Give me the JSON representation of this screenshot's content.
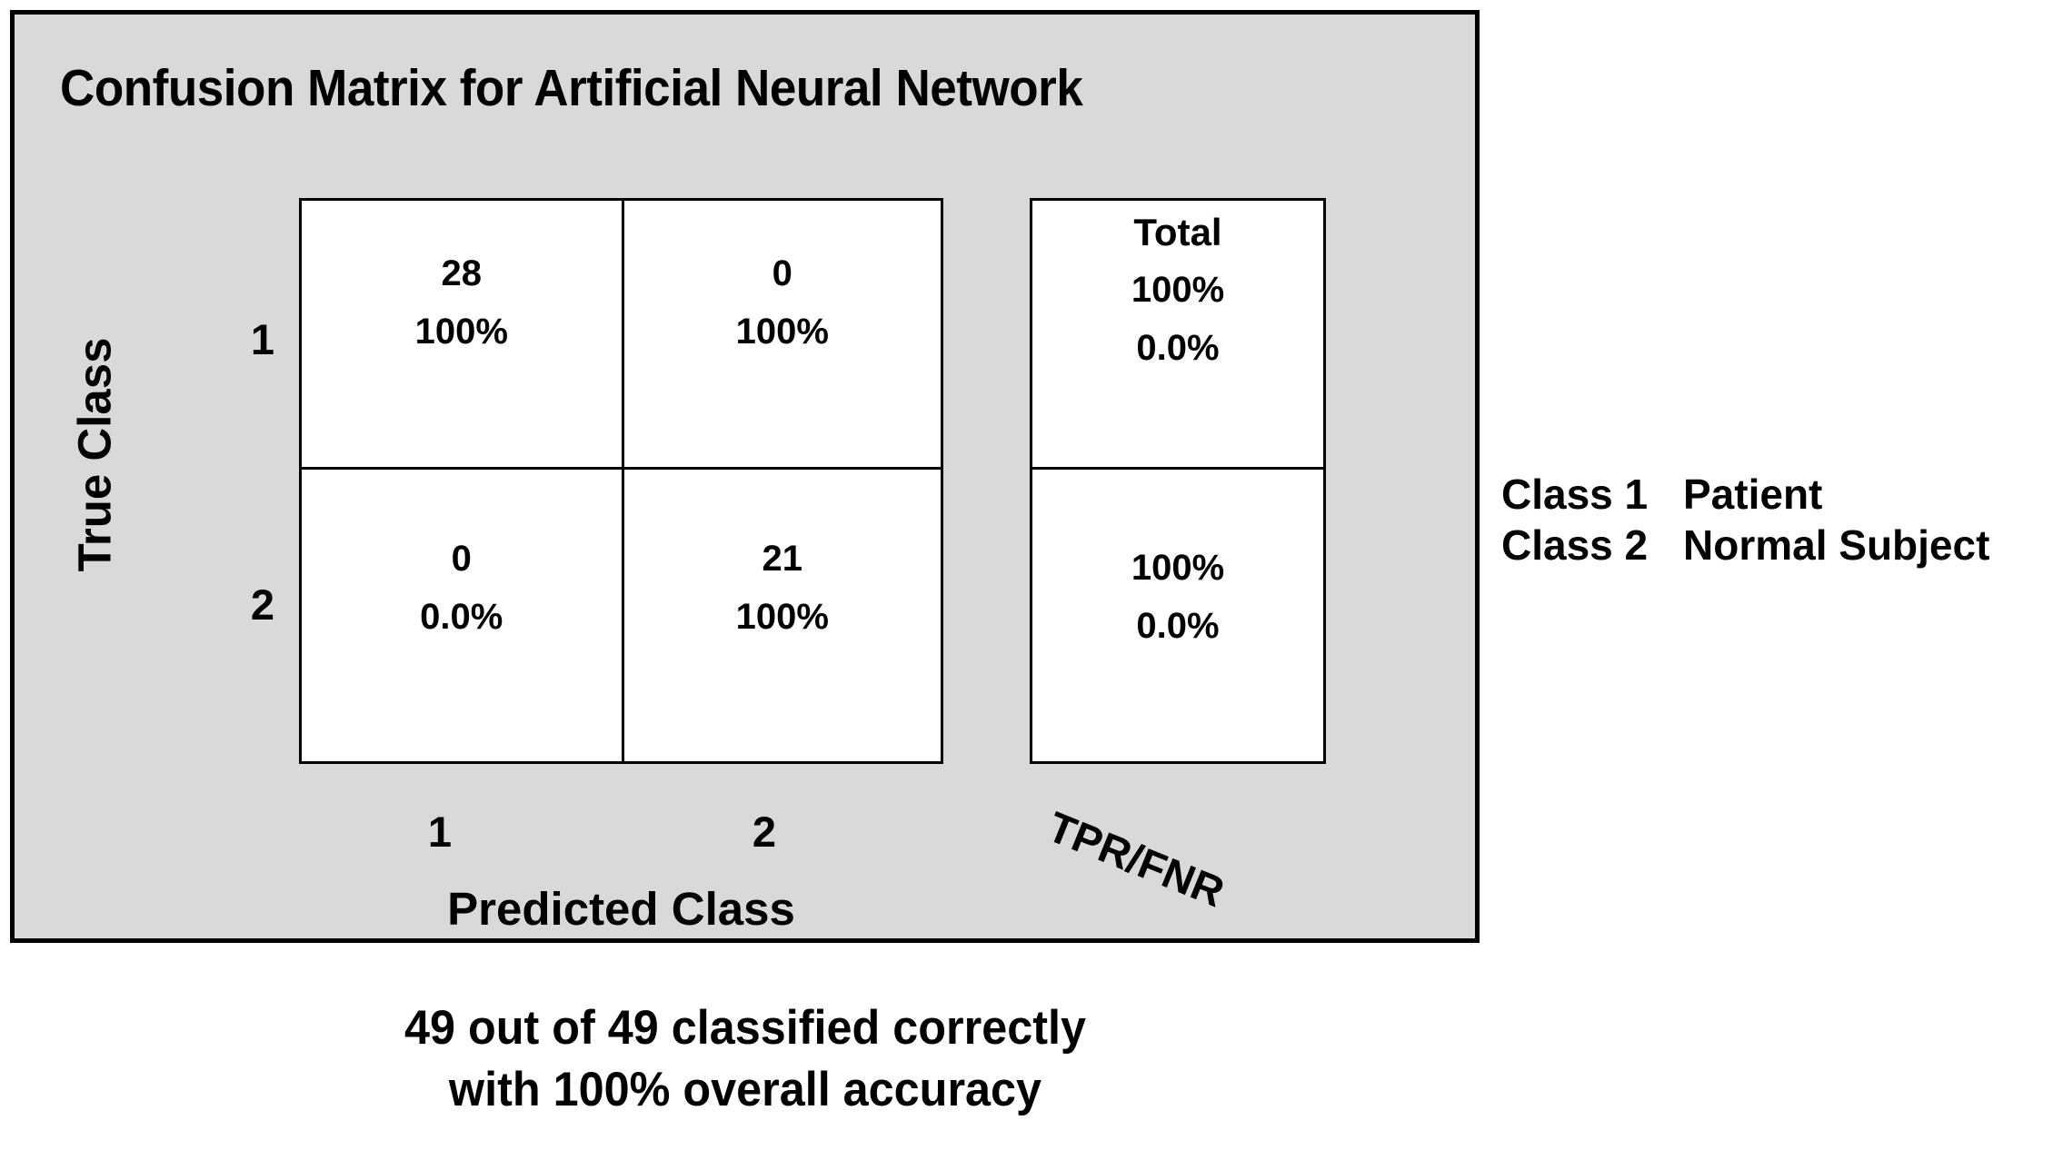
{
  "title": "Confusion Matrix for Artificial Neural Network",
  "axes": {
    "ylabel": "True Class",
    "xlabel": "Predicted Class",
    "yticks": [
      "1",
      "2"
    ],
    "xticks": [
      "1",
      "2"
    ],
    "summary_label": "TPR/FNR",
    "summary_header": "Total"
  },
  "matrix": {
    "cells": [
      {
        "count": "28",
        "percent": "100%"
      },
      {
        "count": "0",
        "percent": "100%"
      },
      {
        "count": "0",
        "percent": "0.0%"
      },
      {
        "count": "21",
        "percent": "100%"
      }
    ]
  },
  "summary": {
    "rows": [
      {
        "tpr": "100%",
        "fnr": "0.0%"
      },
      {
        "tpr": "100%",
        "fnr": "0.0%"
      }
    ]
  },
  "legend": [
    {
      "class": "Class 1",
      "name": "Patient"
    },
    {
      "class": "Class 2",
      "name": "Normal Subject"
    }
  ],
  "caption": {
    "line1": "49 out of 49 classified correctly",
    "line2": "with 100% overall accuracy"
  },
  "colors": {
    "panel_background": "#d9d9d9",
    "cell_background": "#ffffff",
    "border": "#000000",
    "text": "#000000"
  },
  "chart_data": {
    "type": "heatmap",
    "title": "Confusion Matrix for Artificial Neural Network",
    "xlabel": "Predicted Class",
    "ylabel": "True Class",
    "categories": [
      "1",
      "2"
    ],
    "counts": [
      [
        28,
        0
      ],
      [
        0,
        21
      ]
    ],
    "cell_percents": [
      [
        "100%",
        "100%"
      ],
      [
        "0.0%",
        "100%"
      ]
    ],
    "row_summary_tpr": [
      "100%",
      "100%"
    ],
    "row_summary_fnr": [
      "0.0%",
      "0.0%"
    ],
    "total_header": "Total",
    "summary_axis_label": "TPR/FNR",
    "total_samples": 49,
    "correct": 49,
    "overall_accuracy": "100%",
    "legend": [
      "Class 1  Patient",
      "Class 2  Normal Subject"
    ],
    "grid": false
  }
}
